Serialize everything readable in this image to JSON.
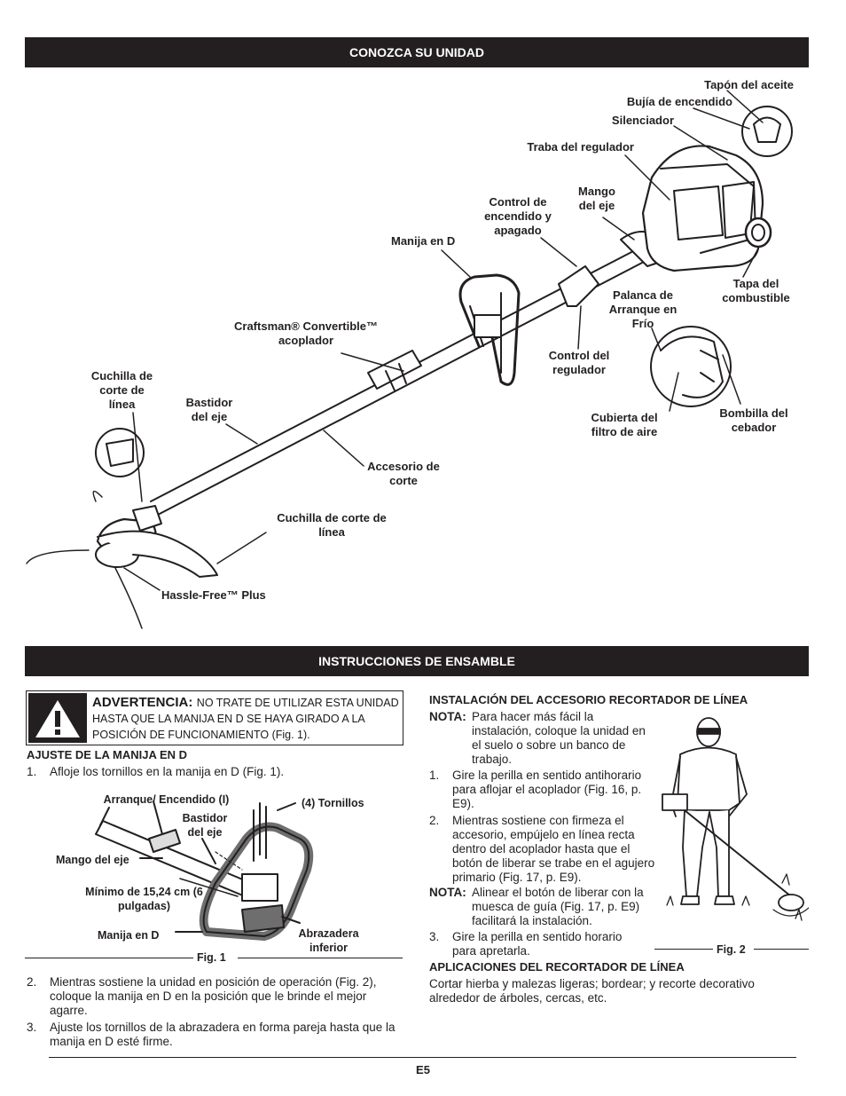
{
  "header1": "CONOZCA SU UNIDAD",
  "header2": "INSTRUCCIONES DE ENSAMBLE",
  "diagram_labels": {
    "tapon_aceite": "Tapón del aceite",
    "bujia": "Bujía de encendido",
    "silenciador": "Silenciador",
    "traba": "Traba del regulador",
    "control_encendido": "Control de encendido y apagado",
    "mango_eje": "Mango del eje",
    "manija_d": "Manija en D",
    "tapa_combustible": "Tapa del combustible",
    "palanca": "Palanca de Arranque en Frío",
    "craftsman": "Craftsman® Convertible™ acoplador",
    "control_regulador": "Control del regulador",
    "cuchilla1": "Cuchilla de corte de línea",
    "bastidor": "Bastidor del eje",
    "cubierta": "Cubierta del filtro de aire",
    "bombilla": "Bombilla del cebador",
    "accesorio": "Accesorio de corte",
    "cuchilla2": "Cuchilla de corte de línea",
    "hassle": "Hassle-Free™ Plus"
  },
  "warning": {
    "title": "ADVERTENCIA:",
    "text": "NO TRATE DE UTILIZAR ESTA UNIDAD HASTA QUE LA MANIJA EN D SE HAYA GIRADO A LA POSICIÓN DE FUNCIONAMIENTO (Fig. 1)."
  },
  "left": {
    "heading": "AJUSTE DE LA MANIJA EN D",
    "step1": "Afloje los tornillos en la manija en D (Fig. 1).",
    "step2": "Mientras sostiene la unidad en posición de operación (Fig. 2), coloque la manija en D en la posición que le brinde el mejor agarre.",
    "step3": "Ajuste los tornillos de la abrazadera en forma pareja hasta que la manija en D esté firme."
  },
  "fig1": {
    "arranque": "Arranque/ Encendido (I)",
    "tornillos": "(4) Tornillos",
    "bastidor": "Bastidor del eje",
    "mango": "Mango del eje",
    "minimo": "Mínimo de 15,24 cm (6 pulgadas)",
    "manija": "Manija en D",
    "abrazadera": "Abrazadera inferior",
    "caption": "Fig. 1"
  },
  "right": {
    "heading": "INSTALACIÓN DEL ACCESORIO RECORTADOR DE LÍNEA",
    "nota_label": "NOTA:",
    "nota1": "Para hacer más fácil la instalación, coloque la unidad en el suelo o sobre un banco de trabajo.",
    "step1": "Gire la perilla en sentido antihorario para aflojar el acoplador (Fig. 16, p. E9).",
    "step2": "Mientras sostiene con firmeza el accesorio, empújelo en línea recta dentro del acoplador hasta que el botón de liberar se trabe en el agujero primario (Fig. 17, p. E9).",
    "nota2": "Alinear el botón de liberar con la muesca de guía (Fig. 17, p. E9) facilitará la instalación.",
    "step3": "Gire la perilla en sentido horario para apretarla.",
    "fig2": "Fig. 2",
    "apps_heading": "APLICACIONES DEL RECORTADOR DE LÍNEA",
    "apps_text": "Cortar hierba y malezas ligeras; bordear; y recorte decorativo alrededor de árboles, cercas, etc."
  },
  "page_number": "E5"
}
